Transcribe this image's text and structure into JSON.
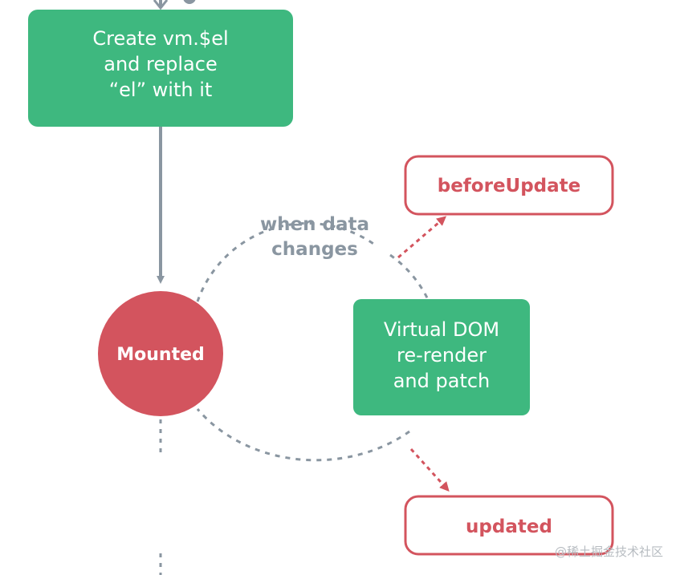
{
  "create_box": {
    "lines": [
      "Create vm.$el",
      "and replace",
      "“el” with it"
    ]
  },
  "mounted": {
    "label": "Mounted"
  },
  "data_change": {
    "lines": [
      "when data",
      "changes"
    ]
  },
  "vdom_box": {
    "lines": [
      "Virtual DOM",
      "re-render",
      "and patch"
    ]
  },
  "hooks": {
    "before_update": "beforeUpdate",
    "updated": "updated"
  },
  "watermark": "@稀土掘金技术社区",
  "colors": {
    "green": "#3eb87f",
    "red": "#d3545e",
    "gray": "#8a96a1"
  }
}
